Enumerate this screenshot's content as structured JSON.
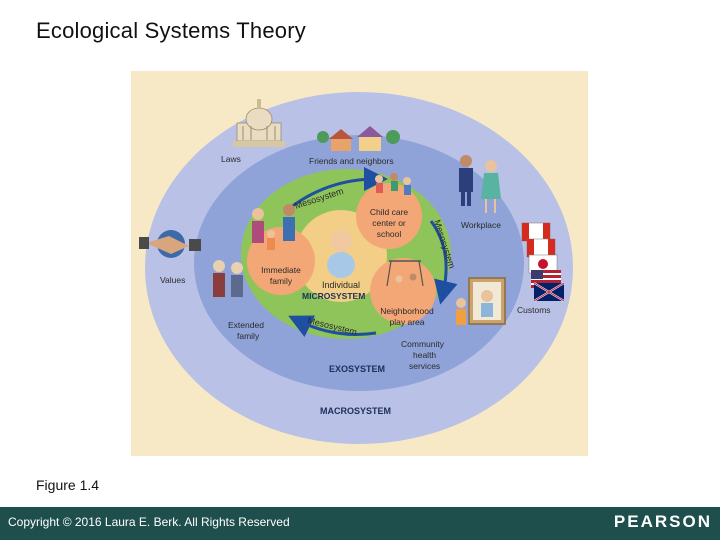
{
  "slide": {
    "title": "Ecological Systems Theory",
    "caption": "Figure 1.4"
  },
  "footer": {
    "copyright": "Copyright © 2016 Laura E. Berk. All Rights Reserved",
    "brand": "PEARSON"
  },
  "diagram": {
    "systems": {
      "macrosystem": "MACROSYSTEM",
      "exosystem": "EXOSYSTEM",
      "microsystem": "MICROSYSTEM",
      "individual": "Individual",
      "mesosystem": "Mesosystem"
    },
    "labels": {
      "laws": "Laws",
      "friends_line1": "Friends and neighbors",
      "values": "Values",
      "workplace": "Workplace",
      "customs": "Customs",
      "extended_line1": "Extended",
      "extended_line2": "family",
      "community_line1": "Community",
      "community_line2": "health",
      "community_line3": "services",
      "childcare_line1": "Child care",
      "childcare_line2": "center or",
      "childcare_line3": "school",
      "immediate_line1": "Immediate",
      "immediate_line2": "family",
      "neighborhood_line1": "Neighborhood",
      "neighborhood_line2": "play area"
    },
    "colors": {
      "macrosystem": "#b9c1e6",
      "exosystem": "#8fa3d8",
      "microsystem": "#8fc45a",
      "individual": "#f2ce86",
      "setting": "#f4a776",
      "arrow": "#1e4fa0",
      "background": "#f7e9c6"
    }
  }
}
